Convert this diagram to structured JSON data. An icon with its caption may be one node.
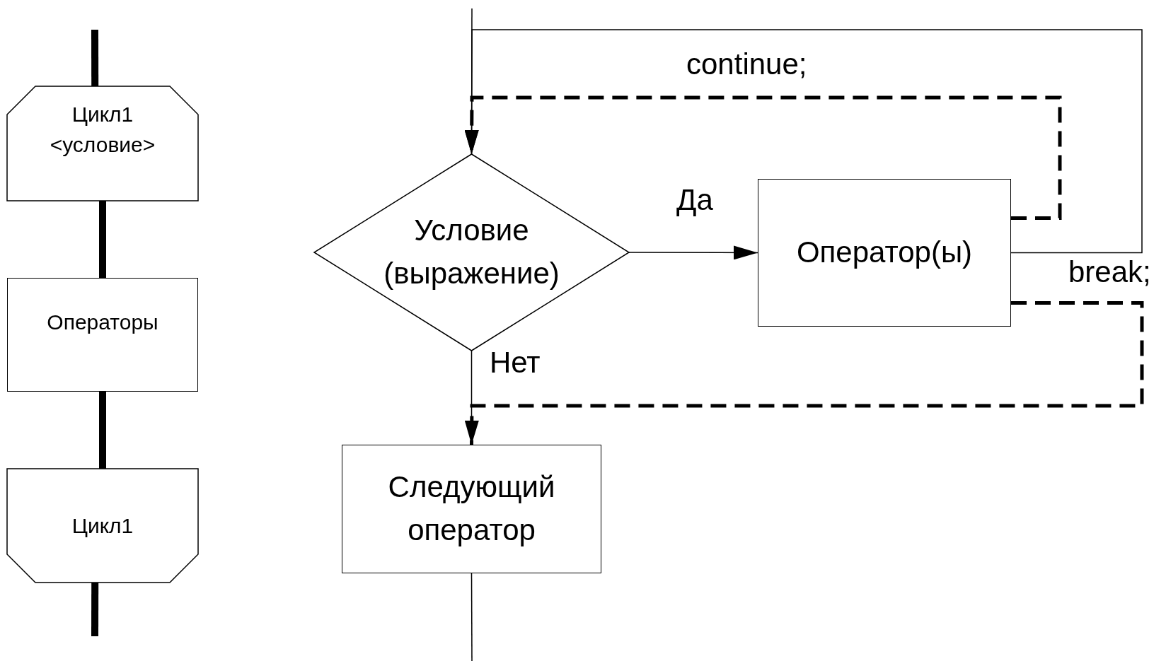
{
  "diagram": {
    "nodes": [
      {
        "text": [
          "Цикл1 <условие>"
        ]
      },
      {
        "text": [
          "Операторы"
        ]
      },
      {
        "text": [
          "Цикл1"
        ]
      },
      {
        "text": [
          "Условие (выражение)"
        ]
      },
      {
        "text": [
          "Оператор(ы)"
        ]
      },
      {
        "text": [
          "Следующий оператор"
        ]
      }
    ],
    "edges": [
      {
        "from": null,
        "to": 0,
        "arrow": "none",
        "style": "thick"
      },
      {
        "from": 0,
        "to": 1,
        "arrow": "none",
        "style": "thick"
      },
      {
        "from": 1,
        "to": 2,
        "arrow": "none",
        "style": "thick"
      },
      {
        "from": 2,
        "to": null,
        "arrow": "none",
        "style": "thick"
      },
      {
        "from": null,
        "to": 3,
        "arrow": "none"
      },
      {
        "from": 3,
        "to": 4,
        "arrow": "to",
        "label": "Да"
      },
      {
        "from": 4,
        "to": 3,
        "arrow": "to"
      },
      {
        "from": 4,
        "to": 3,
        "arrow": "to",
        "style": "dashed",
        "label": "continue;"
      },
      {
        "from": 4,
        "to": 5,
        "arrow": "to",
        "style": "dashed",
        "label": "break;"
      },
      {
        "from": 3,
        "to": 5,
        "arrow": "none",
        "label": "Нет"
      },
      {
        "from": 5,
        "to": null,
        "arrow": "none"
      }
    ]
  }
}
